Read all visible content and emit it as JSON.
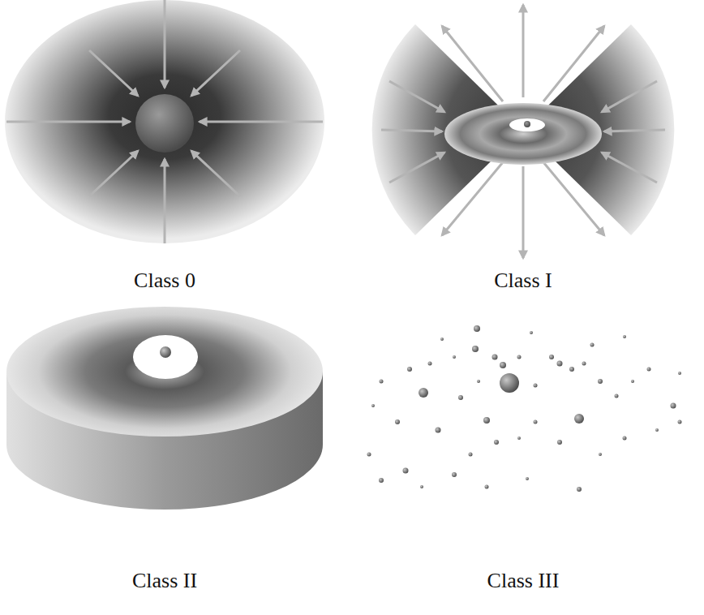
{
  "diagram": {
    "labels": [
      "Class 0",
      "Class I",
      "Class II",
      "Class III"
    ]
  }
}
